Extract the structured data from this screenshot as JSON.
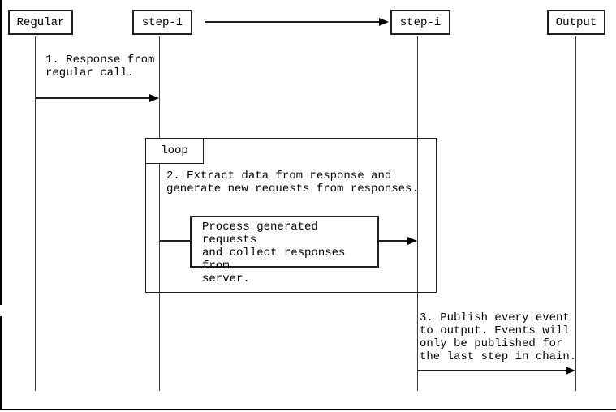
{
  "actors": [
    {
      "label": "Regular"
    },
    {
      "label": "step-1"
    },
    {
      "label": "step-i"
    },
    {
      "label": "Output"
    }
  ],
  "loop": {
    "label": "loop"
  },
  "messages": [
    {
      "text": "1. Response from\nregular call."
    },
    {
      "text": "2. Extract data from response and\ngenerate new requests from responses."
    },
    {
      "text": "3. Publish every event\nto output. Events will\nonly be published for\nthe last step in chain."
    }
  ],
  "process_box": {
    "text": "Process generated requests\nand collect responses from\nserver."
  },
  "colors": {
    "line": "#1e1e1e",
    "lifeline": "#3c3c3c",
    "background": "#ffffff",
    "text": "#000000"
  }
}
